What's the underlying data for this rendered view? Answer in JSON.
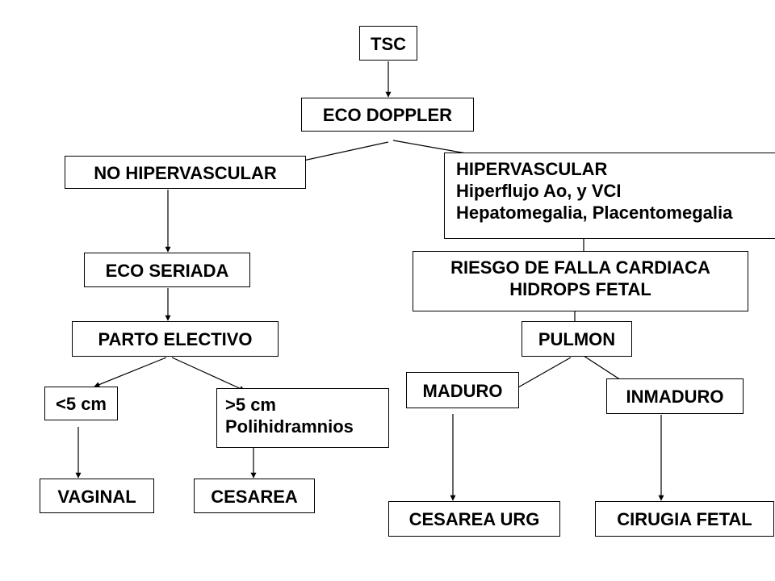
{
  "diagram": {
    "colors": {
      "box_border": "#000000",
      "box_fill": "#ffffff",
      "text": "#000000",
      "arrow": "#000000",
      "background": "#ffffff"
    },
    "nodes": {
      "tsc": {
        "lines": [
          "TSC"
        ]
      },
      "eco_doppler": {
        "lines": [
          "ECO DOPPLER"
        ]
      },
      "no_hipervascular": {
        "lines": [
          "NO HIPERVASCULAR"
        ]
      },
      "hipervascular": {
        "lines": [
          "HIPERVASCULAR",
          "Hiperflujo Ao, y VCI",
          "Hepatomegalia, Placentomegalia"
        ]
      },
      "eco_seriada": {
        "lines": [
          "ECO SERIADA"
        ]
      },
      "riesgo": {
        "lines": [
          "RIESGO DE FALLA CARDIACA",
          "HIDROPS FETAL"
        ]
      },
      "parto_electivo": {
        "lines": [
          "PARTO ELECTIVO"
        ]
      },
      "pulmon": {
        "lines": [
          "PULMON"
        ]
      },
      "menos_5cm": {
        "lines": [
          "<5 cm"
        ]
      },
      "mas_5cm": {
        "lines": [
          ">5 cm",
          "Polihidramnios"
        ]
      },
      "maduro": {
        "lines": [
          "MADURO"
        ]
      },
      "inmaduro": {
        "lines": [
          "INMADURO"
        ]
      },
      "vaginal": {
        "lines": [
          "VAGINAL"
        ]
      },
      "cesarea": {
        "lines": [
          "CESAREA"
        ]
      },
      "cesarea_urg": {
        "lines": [
          "CESAREA URG"
        ]
      },
      "cirugia_fetal": {
        "lines": [
          "CIRUGIA FETAL"
        ]
      }
    },
    "edges": [
      {
        "from": "tsc",
        "to": "eco_doppler"
      },
      {
        "from": "eco_doppler",
        "to": "no_hipervascular"
      },
      {
        "from": "eco_doppler",
        "to": "hipervascular"
      },
      {
        "from": "no_hipervascular",
        "to": "eco_seriada"
      },
      {
        "from": "eco_seriada",
        "to": "parto_electivo"
      },
      {
        "from": "parto_electivo",
        "to": "menos_5cm"
      },
      {
        "from": "parto_electivo",
        "to": "mas_5cm"
      },
      {
        "from": "menos_5cm",
        "to": "vaginal"
      },
      {
        "from": "mas_5cm",
        "to": "cesarea"
      },
      {
        "from": "hipervascular",
        "to": "riesgo"
      },
      {
        "from": "riesgo",
        "to": "pulmon"
      },
      {
        "from": "pulmon",
        "to": "maduro"
      },
      {
        "from": "pulmon",
        "to": "inmaduro"
      },
      {
        "from": "maduro",
        "to": "cesarea_urg"
      },
      {
        "from": "inmaduro",
        "to": "cirugia_fetal"
      }
    ]
  }
}
